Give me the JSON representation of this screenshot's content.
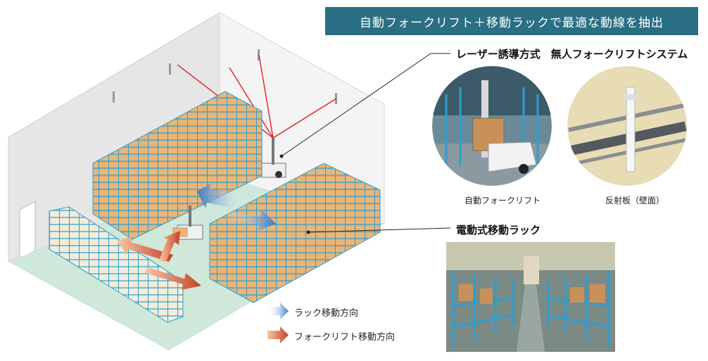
{
  "banner": {
    "title": "自動フォークリフト＋移動ラックで最適な動線を抽出"
  },
  "callouts": {
    "system_label": "レーザー誘導方式　無人フォークリフトシステム",
    "forklift_caption": "自動フォークリフト",
    "reflector_caption": "反射板（壁面）",
    "mobile_rack_label": "電動式移動ラック"
  },
  "legend": {
    "rack_direction": "ラック移動方向",
    "forklift_direction": "フォークリフト移動方向"
  },
  "colors": {
    "banner_bg": "#2a6f83",
    "floor": "#cfe8d9",
    "rack_blue": "#2a9fd0",
    "box_orange": "#e9b67a",
    "laser_red": "#e02020",
    "rack_arrow": "#3a78c8",
    "forklift_arrow": "#c8402a"
  }
}
